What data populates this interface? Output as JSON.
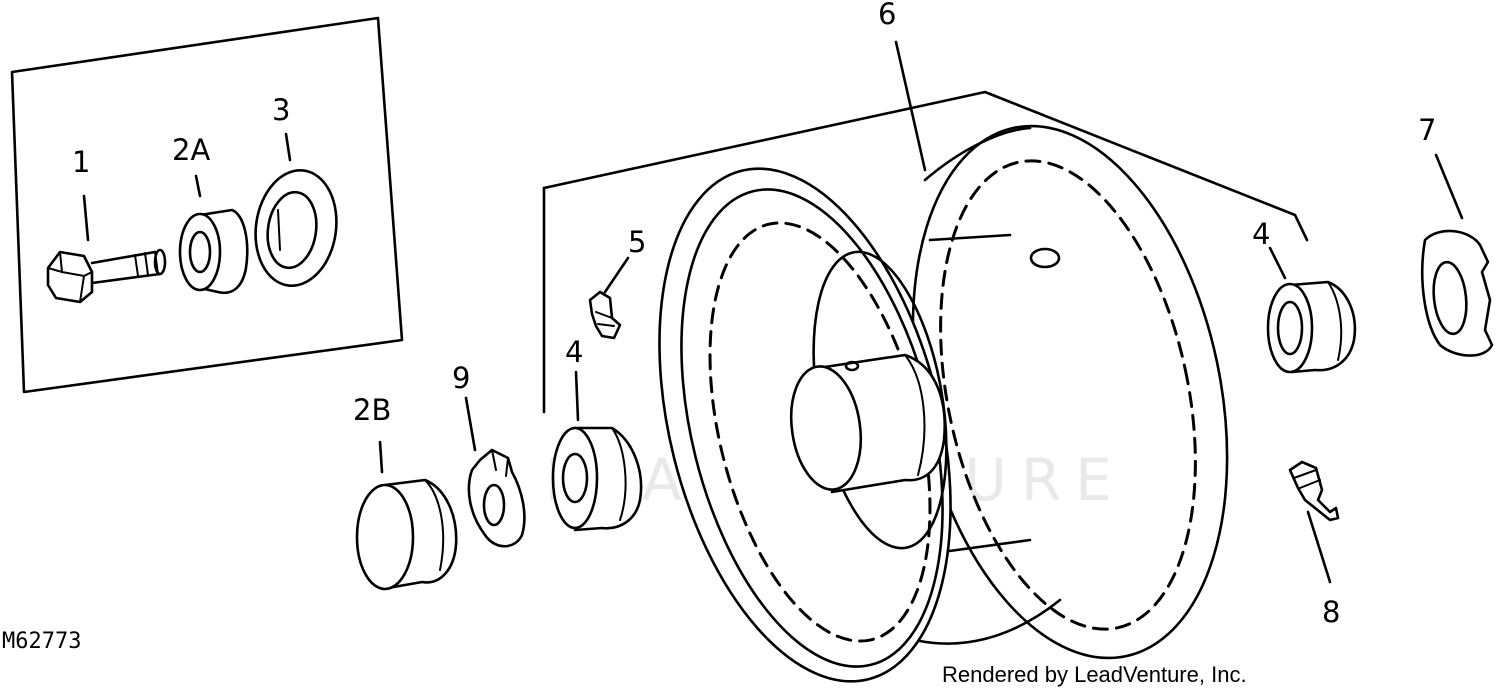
{
  "diagram": {
    "drawing_number": "M62773",
    "credit": "Rendered by LeadVenture, Inc.",
    "watermark": "LEADVENTURE",
    "callouts": {
      "c1": "1",
      "c2a": "2A",
      "c3": "3",
      "c2b": "2B",
      "c9": "9",
      "c4_left": "4",
      "c5": "5",
      "c6": "6",
      "c4_right": "4",
      "c7": "7",
      "c8": "8"
    },
    "parts": [
      {
        "callout": "1",
        "part": "bolt"
      },
      {
        "callout": "2A",
        "part": "bearing-cap"
      },
      {
        "callout": "3",
        "part": "washer"
      },
      {
        "callout": "2B",
        "part": "cap"
      },
      {
        "callout": "9",
        "part": "snap-ring"
      },
      {
        "callout": "4",
        "part": "bearing"
      },
      {
        "callout": "5",
        "part": "grease-fitting"
      },
      {
        "callout": "6",
        "part": "wheel"
      },
      {
        "callout": "7",
        "part": "spacer"
      },
      {
        "callout": "8",
        "part": "valve-stem"
      }
    ]
  }
}
